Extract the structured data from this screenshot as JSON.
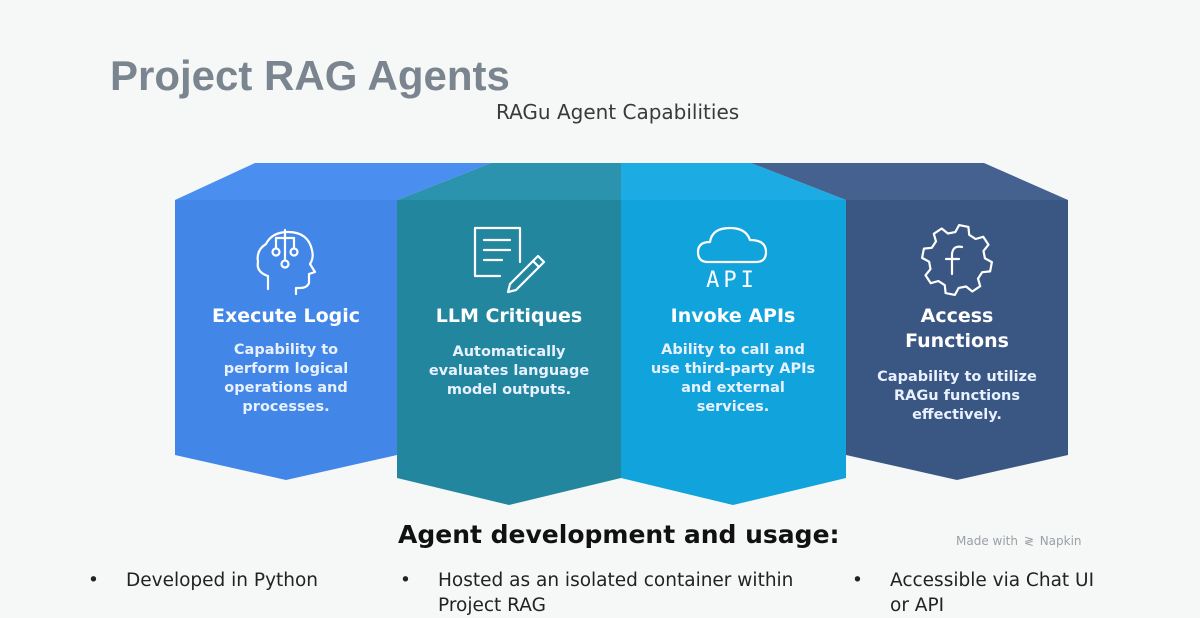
{
  "slide": {
    "title": "Project RAG Agents",
    "subtitle": "RAGu Agent Capabilities",
    "watermark": "Made with",
    "watermark_brand": "Napkin"
  },
  "cards": [
    {
      "title": "Execute Logic",
      "desc": [
        "Capability to",
        "perform logical",
        "operations and",
        "processes."
      ],
      "icon": "brain-logic-icon",
      "color": "#4286e8"
    },
    {
      "title": "LLM Critiques",
      "desc": [
        "Automatically",
        "evaluates language",
        "model outputs."
      ],
      "icon": "document-edit-icon",
      "color": "#23869f"
    },
    {
      "title": "Invoke APIs",
      "desc": [
        "Ability to call and",
        "use third-party APIs",
        "and external",
        "services."
      ],
      "icon": "cloud-api-icon",
      "color": "#11a3dc"
    },
    {
      "title": "Access Functions",
      "title_lines": [
        "Access",
        "Functions"
      ],
      "desc": [
        "Capability to utilize",
        "RAGu functions",
        "effectively."
      ],
      "icon": "function-gear-icon",
      "color": "#3a5683"
    }
  ],
  "usage": {
    "heading": "Agent development and usage:",
    "bullets": [
      {
        "symbol": "•",
        "lines": [
          "Developed in Python"
        ]
      },
      {
        "symbol": "•",
        "lines": [
          "Hosted as an isolated container within",
          "Project RAG"
        ]
      },
      {
        "symbol": "•",
        "lines": [
          "Accessible via Chat UI",
          "or API"
        ]
      }
    ]
  }
}
